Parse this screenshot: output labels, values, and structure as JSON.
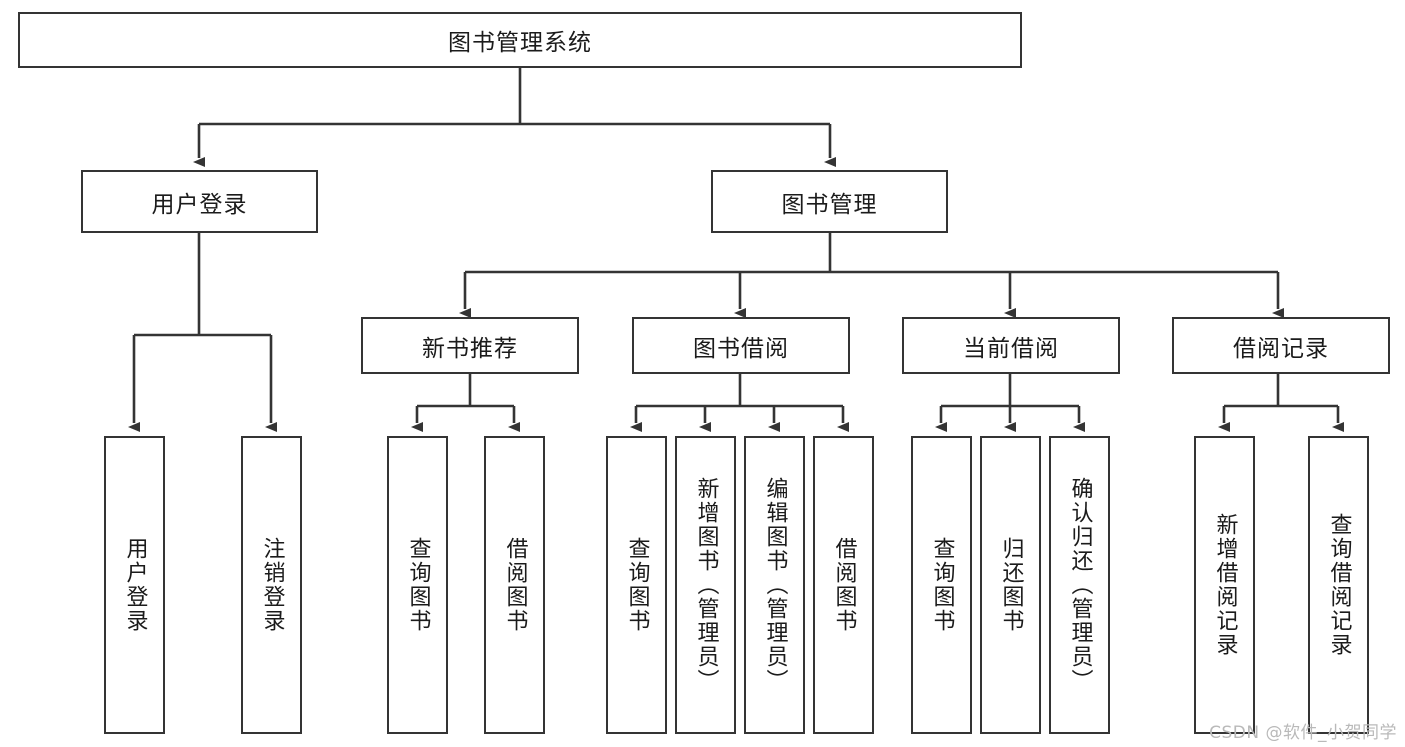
{
  "diagram": {
    "title_node": {
      "label": "图书管理系统"
    },
    "level1": [
      {
        "label": "用户登录"
      },
      {
        "label": "图书管理"
      }
    ],
    "level2": [
      {
        "label": "新书推荐"
      },
      {
        "label": "图书借阅"
      },
      {
        "label": "当前借阅"
      },
      {
        "label": "借阅记录"
      }
    ],
    "leaves": {
      "user_login": [
        {
          "label": "用户登录"
        },
        {
          "label": "注销登录"
        }
      ],
      "new_book_recommend": [
        {
          "label": "查询图书"
        },
        {
          "label": "借阅图书"
        }
      ],
      "book_borrow": [
        {
          "label": "查询图书"
        },
        {
          "label": "新增图书（管理员）"
        },
        {
          "label": "编辑图书（管理员）"
        },
        {
          "label": "借阅图书"
        }
      ],
      "current_borrow": [
        {
          "label": "查询图书"
        },
        {
          "label": "归还图书"
        },
        {
          "label": "确认归还（管理员）"
        }
      ],
      "borrow_record": [
        {
          "label": "新增借阅记录"
        },
        {
          "label": "查询借阅记录"
        }
      ]
    },
    "colors": {
      "stroke": "#343434",
      "fill": "#ffffff",
      "text": "#1b1b1b",
      "watermark": "#b9b9b9"
    }
  },
  "watermark": {
    "text": "CSDN @软件_小贺同学"
  }
}
